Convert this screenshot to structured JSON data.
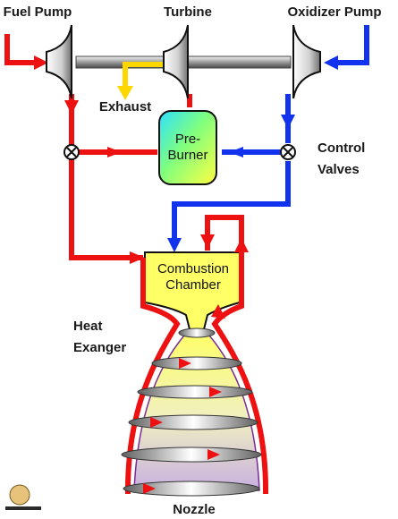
{
  "labels": {
    "fuel_pump": "Fuel Pump",
    "turbine": "Turbine",
    "oxidizer_pump": "Oxidizer Pump",
    "exhaust": "Exhaust",
    "control_line1": "Control",
    "control_line2": "Valves",
    "preburner_line1": "Pre-",
    "preburner_line2": "Burner",
    "chamber_line1": "Combustion",
    "chamber_line2": "Chamber",
    "heat_line1": "Heat",
    "heat_line2": "Exanger",
    "nozzle": "Nozzle"
  },
  "colors": {
    "fuel": "#ff1a1a",
    "oxidizer": "#1a3cff",
    "exhaust": "#ffd700",
    "chamber": "#ffff66"
  }
}
